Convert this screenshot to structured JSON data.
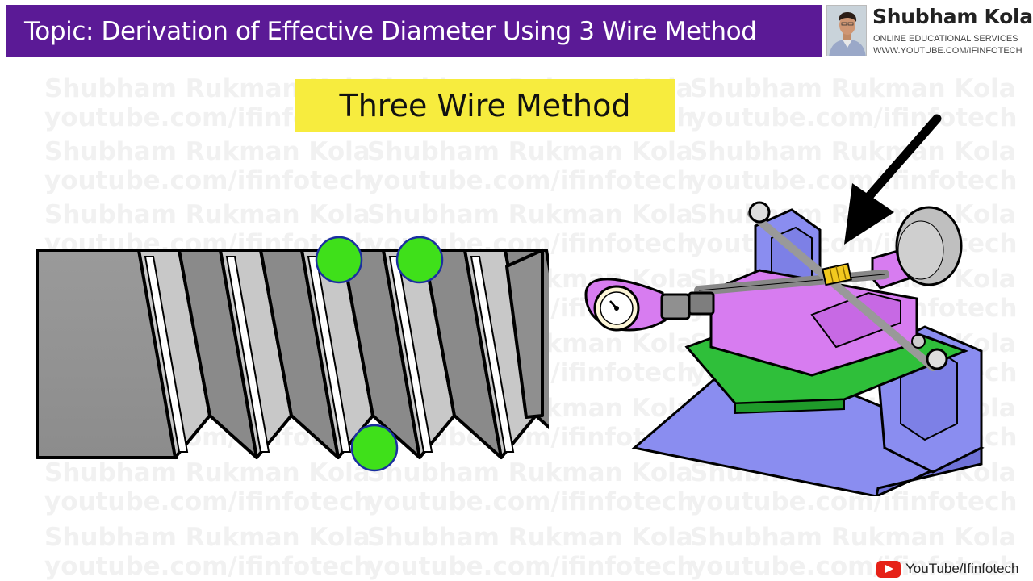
{
  "header": {
    "title": "Topic: Derivation of Effective Diameter Using 3 Wire Method"
  },
  "brand": {
    "name": "Shubham Kola",
    "subtitle": "ONLINE EDUCATIONAL SERVICES",
    "url": "WWW.YOUTUBE.COM/IFINFOTECH"
  },
  "slide": {
    "method_label": "Three Wire Method"
  },
  "watermark": {
    "line1": "Shubham Rukman Kola",
    "line2": "youtube.com/ifinfotech"
  },
  "footer": {
    "youtube_label": "YouTube/Ifinfotech"
  },
  "colors": {
    "title_bar": "#5b1a96",
    "highlight": "#f7ec3e",
    "wire": "#3fe01a",
    "machine_body": "#8a8df0",
    "machine_carriage": "#d77cf0",
    "machine_base": "#2fbf3a",
    "youtube_red": "#e62117"
  },
  "icons": {
    "avatar": "presenter-avatar",
    "youtube": "youtube-play-icon",
    "pointer": "arrow-pointer-icon",
    "dial": "dial-gauge-icon"
  }
}
